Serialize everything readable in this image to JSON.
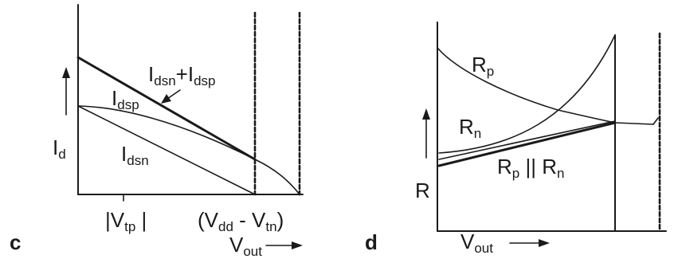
{
  "panel_c": {
    "letter": "c",
    "ylabel": {
      "main": "I",
      "sub": "d"
    },
    "curve_sum": {
      "main1": "I",
      "sub1": "dsn",
      "mid": "+I",
      "sub2": "dsp"
    },
    "curve_p": {
      "main": "I",
      "sub": "dsp"
    },
    "curve_n": {
      "main": "I",
      "sub": "dsn"
    },
    "tick1": {
      "pre": "|V",
      "sub": "tp",
      "post": " |"
    },
    "tick2": {
      "pre": "(V",
      "sub1": "dd",
      "mid": " - V",
      "sub2": "tn",
      "post": ")"
    },
    "xlabel": {
      "main": "V",
      "sub": "out"
    }
  },
  "panel_d": {
    "letter": "d",
    "ylabel": "R",
    "curve_p": {
      "main": "R",
      "sub": "p"
    },
    "curve_n": {
      "main": "R",
      "sub": "n"
    },
    "curve_par": {
      "main1": "R",
      "sub1": "p",
      "mid": " || R",
      "sub2": "n"
    },
    "xlabel": {
      "main": "V",
      "sub": "out"
    }
  }
}
